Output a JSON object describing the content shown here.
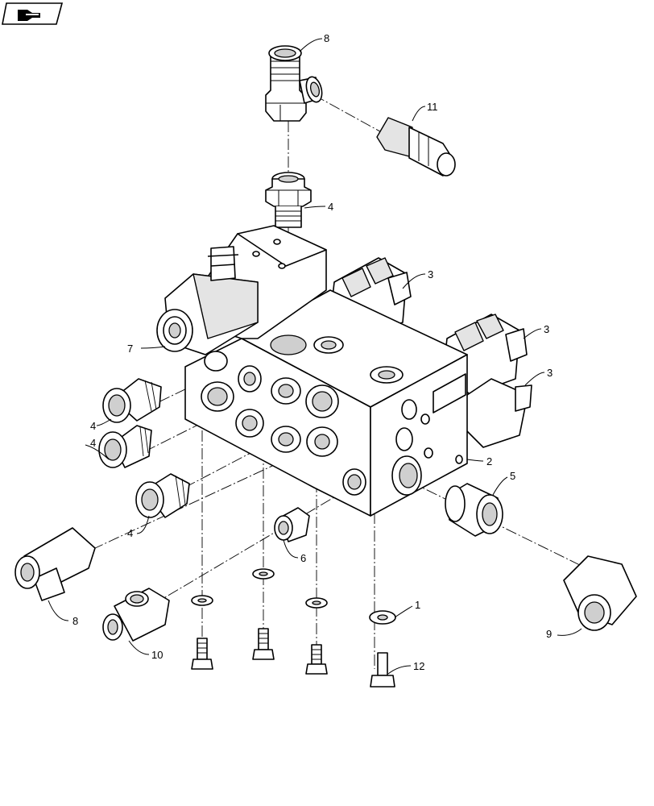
{
  "callouts": {
    "c1": "1",
    "c2": "2",
    "c3a": "3",
    "c3b": "3",
    "c3c": "3",
    "c4a": "4",
    "c4b": "4",
    "c4c": "4",
    "c4d": "4",
    "c5": "5",
    "c6": "6",
    "c7": "7",
    "c8a": "8",
    "c8b": "8",
    "c9": "9",
    "c10": "10",
    "c11": "11",
    "c12": "12"
  },
  "icons": {
    "corner": "view-arrow-icon"
  }
}
